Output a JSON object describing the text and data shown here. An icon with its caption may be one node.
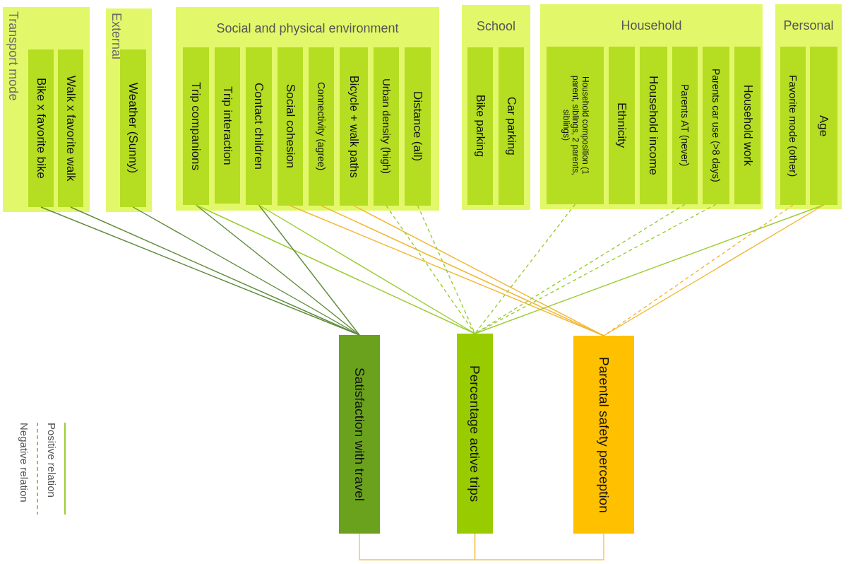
{
  "diagram": {
    "nodes": [
      {
        "text": [
          "Transport mode"
        ]
      },
      {
        "text": [
          "Bike x favorite bike"
        ],
        "in": 0
      },
      {
        "text": [
          "Walk x favorite walk"
        ],
        "in": 0
      },
      {
        "text": [
          "External"
        ]
      },
      {
        "text": [
          "Weather (Sunny)"
        ],
        "in": 3
      },
      {
        "text": [
          "Social and physical environment"
        ]
      },
      {
        "text": [
          "Trip companions"
        ],
        "in": 5
      },
      {
        "text": [
          "Trip interaction"
        ],
        "in": 5
      },
      {
        "text": [
          "Contact children"
        ],
        "in": 5
      },
      {
        "text": [
          "Social cohesion"
        ],
        "in": 5
      },
      {
        "text": [
          "Connectivity (agree)"
        ],
        "in": 5
      },
      {
        "text": [
          "Bicycle + walk paths"
        ],
        "in": 5
      },
      {
        "text": [
          "Urban density (high)"
        ],
        "in": 5
      },
      {
        "text": [
          "Distance (all)"
        ],
        "in": 5
      },
      {
        "text": [
          "School"
        ]
      },
      {
        "text": [
          "Bike parking"
        ],
        "in": 14
      },
      {
        "text": [
          "Car parking"
        ],
        "in": 14
      },
      {
        "text": [
          "Household"
        ]
      },
      {
        "text": [
          "Household composition (1 parent, siblings, 2 parents, siblings)"
        ],
        "in": 17
      },
      {
        "text": [
          "Ethnicity"
        ],
        "in": 17
      },
      {
        "text": [
          "Household income"
        ],
        "in": 17
      },
      {
        "text": [
          "Parents AT (never)"
        ],
        "in": 17
      },
      {
        "text": [
          "Parents car use (>8 days)"
        ],
        "in": 17
      },
      {
        "text": [
          "Household work"
        ],
        "in": 17
      },
      {
        "text": [
          "Personal"
        ]
      },
      {
        "text": [
          "Favorite mode (other)"
        ],
        "in": 24
      },
      {
        "text": [
          "Age"
        ],
        "in": 24
      },
      {
        "text": [
          "Satisfaction with travel"
        ]
      },
      {
        "text": [
          "Percentage active trips"
        ]
      },
      {
        "text": [
          "Parental safety perception"
        ]
      }
    ],
    "edges": [
      {
        "from": 1,
        "to": 27,
        "arrow": "none",
        "color": "#5f8b3b"
      },
      {
        "from": 2,
        "to": 27,
        "arrow": "none",
        "color": "#5f8b3b"
      },
      {
        "from": 4,
        "to": 27,
        "arrow": "none",
        "color": "#5f8b3b"
      },
      {
        "from": 6,
        "to": 27,
        "arrow": "none",
        "color": "#5f8b3b"
      },
      {
        "from": 6,
        "to": 28,
        "arrow": "none"
      },
      {
        "from": 8,
        "to": 27,
        "arrow": "none",
        "color": "#5f8b3b"
      },
      {
        "from": 8,
        "to": 28,
        "arrow": "none"
      },
      {
        "from": 9,
        "to": 29,
        "arrow": "none",
        "color": "#f2b632"
      },
      {
        "from": 10,
        "to": 29,
        "arrow": "none",
        "color": "#f2b632"
      },
      {
        "from": 11,
        "to": 29,
        "arrow": "none",
        "color": "#f2b632"
      },
      {
        "from": 12,
        "to": 28,
        "arrow": "none",
        "style": "dashed"
      },
      {
        "from": 13,
        "to": 28,
        "arrow": "none",
        "style": "dashed"
      },
      {
        "from": 18,
        "to": 28,
        "arrow": "none",
        "style": "dashed"
      },
      {
        "from": 21,
        "to": 28,
        "arrow": "none",
        "style": "dashed"
      },
      {
        "from": 22,
        "to": 28,
        "arrow": "none",
        "style": "dashed"
      },
      {
        "from": 25,
        "to": 29,
        "arrow": "none",
        "style": "dashed",
        "color": "#f2b632"
      },
      {
        "from": 26,
        "to": 28,
        "arrow": "none"
      },
      {
        "from": 26,
        "to": 29,
        "arrow": "none",
        "color": "#f2b632"
      },
      {
        "from": 27,
        "to": 28,
        "arrow": "none",
        "color": "#f0c850"
      },
      {
        "from": 28,
        "to": 29,
        "arrow": "none",
        "color": "#f0c850"
      }
    ],
    "legend": [
      {
        "text": "Positive relation"
      },
      {
        "text": "Negative relation"
      }
    ]
  }
}
